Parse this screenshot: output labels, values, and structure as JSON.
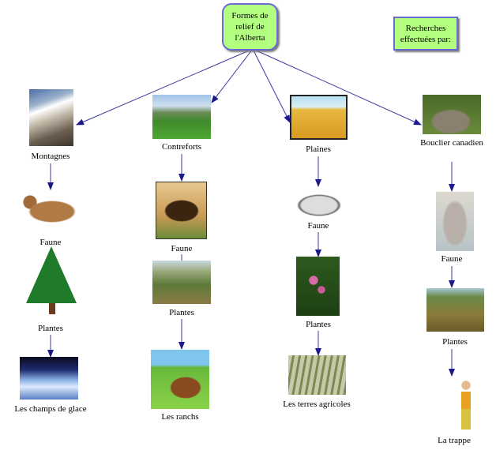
{
  "root": {
    "label": "Formes de relief de l'Alberta"
  },
  "credits": {
    "label": "Recherches effectuées par:"
  },
  "colors": {
    "box": "#b3ff80",
    "border": "#6a6ad0",
    "arrow": "#1a1a8c"
  },
  "columns": [
    {
      "landform": "Montagnes",
      "fauna": "Faune",
      "plants": "Plantes",
      "feature": "Les champs de glace"
    },
    {
      "landform": "Contreforts",
      "fauna": "Faune",
      "plants": "Plantes",
      "feature": "Les ranchs"
    },
    {
      "landform": "Plaines",
      "fauna": "Faune",
      "plants": "Plantes",
      "feature": "Les terres agricoles"
    },
    {
      "landform": "Bouclier canadien",
      "fauna": "Faune",
      "plants": "Plantes",
      "feature": "La trappe"
    }
  ]
}
